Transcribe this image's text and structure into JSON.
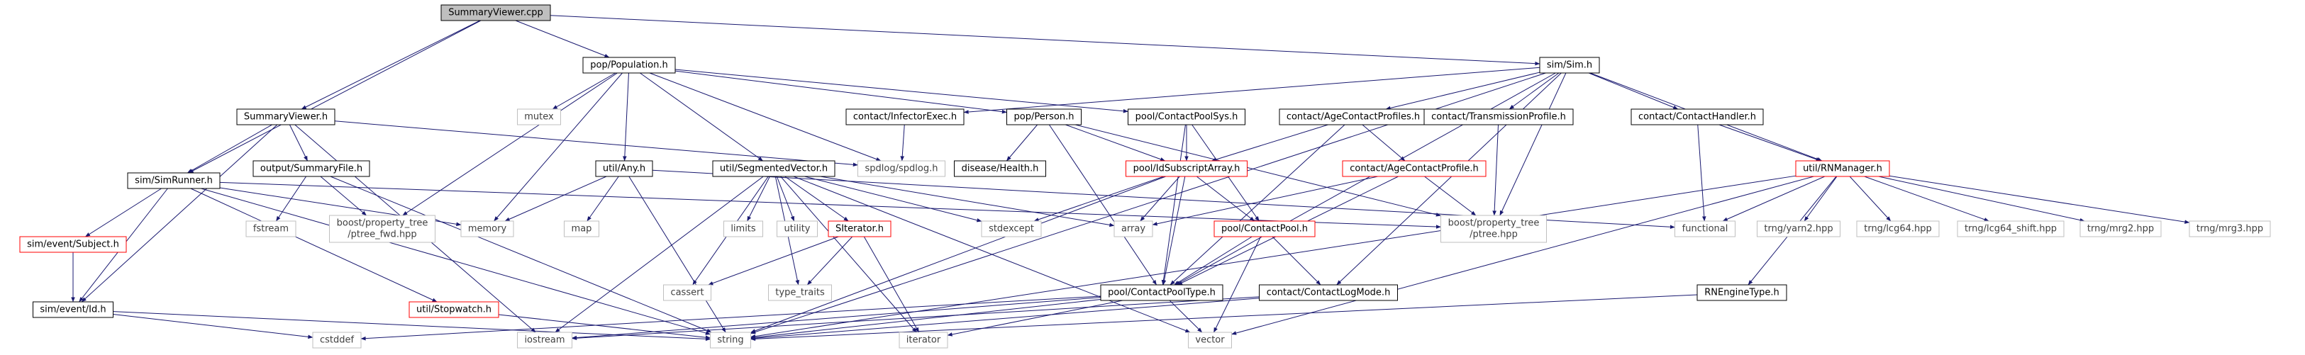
{
  "graph": {
    "colors": {
      "edge": "#191970",
      "node_border_black": "#000000",
      "node_border_red": "#ff0000",
      "node_border_gray": "#bfbfbf",
      "node_fill_root": "#bfbfbf",
      "node_fill": "#ffffff",
      "text_dark": "#000000",
      "text_gray": "#404040"
    },
    "nodes": [
      {
        "id": "root",
        "label": "SummaryViewer.cpp",
        "style": "root"
      },
      {
        "id": "pop_population",
        "label": "pop/Population.h",
        "style": "black"
      },
      {
        "id": "sim_sim",
        "label": "sim/Sim.h",
        "style": "black"
      },
      {
        "id": "summaryviewer_h",
        "label": "SummaryViewer.h",
        "style": "black"
      },
      {
        "id": "mutex",
        "label": "mutex",
        "style": "gray"
      },
      {
        "id": "infectorexec",
        "label": "contact/InfectorExec.h",
        "style": "black"
      },
      {
        "id": "pop_person",
        "label": "pop/Person.h",
        "style": "black"
      },
      {
        "id": "contactpoolsys",
        "label": "pool/ContactPoolSys.h",
        "style": "black"
      },
      {
        "id": "agecontactprofiles",
        "label": "contact/AgeContactProfiles.h",
        "style": "black"
      },
      {
        "id": "transmissionprofile",
        "label": "contact/TransmissionProfile.h",
        "style": "black"
      },
      {
        "id": "contacthandler",
        "label": "contact/ContactHandler.h",
        "style": "black"
      },
      {
        "id": "rnmanager",
        "label": "util/RNManager.h",
        "style": "red"
      },
      {
        "id": "sim_simrunner",
        "label": "sim/SimRunner.h",
        "style": "black"
      },
      {
        "id": "summaryfile",
        "label": "output/SummaryFile.h",
        "style": "black"
      },
      {
        "id": "util_any",
        "label": "util/Any.h",
        "style": "black"
      },
      {
        "id": "segmentedvector",
        "label": "util/SegmentedVector.h",
        "style": "black"
      },
      {
        "id": "spdlog",
        "label": "spdlog/spdlog.h",
        "style": "gray"
      },
      {
        "id": "health",
        "label": "disease/Health.h",
        "style": "black"
      },
      {
        "id": "idsubscriptarray",
        "label": "pool/IdSubscriptArray.h",
        "style": "red"
      },
      {
        "id": "agecontactprofile",
        "label": "contact/AgeContactProfile.h",
        "style": "red"
      },
      {
        "id": "functional",
        "label": "functional",
        "style": "gray"
      },
      {
        "id": "trng_yarn2",
        "label": "trng/yarn2.hpp",
        "style": "gray"
      },
      {
        "id": "trng_lcg64",
        "label": "trng/lcg64.hpp",
        "style": "gray"
      },
      {
        "id": "trng_lcg64_shift",
        "label": "trng/lcg64_shift.hpp",
        "style": "gray"
      },
      {
        "id": "trng_mrg2",
        "label": "trng/mrg2.hpp",
        "style": "gray"
      },
      {
        "id": "trng_mrg3",
        "label": "trng/mrg3.hpp",
        "style": "gray"
      },
      {
        "id": "fstream",
        "label": "fstream",
        "style": "gray"
      },
      {
        "id": "ptree_fwd",
        "label": [
          "boost/property_tree",
          "/ptree_fwd.hpp"
        ],
        "style": "gray"
      },
      {
        "id": "memory",
        "label": "memory",
        "style": "gray"
      },
      {
        "id": "map",
        "label": "map",
        "style": "gray"
      },
      {
        "id": "limits",
        "label": "limits",
        "style": "gray"
      },
      {
        "id": "utility",
        "label": "utility",
        "style": "gray"
      },
      {
        "id": "siterator",
        "label": "SIterator.h",
        "style": "red"
      },
      {
        "id": "stdexcept",
        "label": "stdexcept",
        "style": "gray"
      },
      {
        "id": "array",
        "label": "array",
        "style": "gray"
      },
      {
        "id": "contactpool",
        "label": "pool/ContactPool.h",
        "style": "red"
      },
      {
        "id": "ptree",
        "label": [
          "boost/property_tree",
          "/ptree.hpp"
        ],
        "style": "gray"
      },
      {
        "id": "event_subject",
        "label": "sim/event/Subject.h",
        "style": "red"
      },
      {
        "id": "cassert",
        "label": "cassert",
        "style": "gray"
      },
      {
        "id": "type_traits",
        "label": "type_traits",
        "style": "gray"
      },
      {
        "id": "contactpooltype",
        "label": "pool/ContactPoolType.h",
        "style": "black"
      },
      {
        "id": "contactlogmode",
        "label": "contact/ContactLogMode.h",
        "style": "black"
      },
      {
        "id": "rnenginetype",
        "label": "RNEngineType.h",
        "style": "black"
      },
      {
        "id": "event_id",
        "label": "sim/event/Id.h",
        "style": "black"
      },
      {
        "id": "stopwatch",
        "label": "util/Stopwatch.h",
        "style": "red"
      },
      {
        "id": "cstddef",
        "label": "cstddef",
        "style": "gray"
      },
      {
        "id": "iostream",
        "label": "iostream",
        "style": "gray"
      },
      {
        "id": "string",
        "label": "string",
        "style": "gray"
      },
      {
        "id": "iterator",
        "label": "iterator",
        "style": "gray"
      },
      {
        "id": "vector",
        "label": "vector",
        "style": "gray"
      }
    ],
    "edges": [
      [
        "root",
        "pop_population"
      ],
      [
        "root",
        "sim_sim"
      ],
      [
        "root",
        "summaryviewer_h"
      ],
      [
        "root",
        "sim_simrunner"
      ],
      [
        "pop_population",
        "mutex"
      ],
      [
        "pop_population",
        "pop_person"
      ],
      [
        "pop_population",
        "contactpoolsys"
      ],
      [
        "pop_population",
        "memory"
      ],
      [
        "pop_population",
        "util_any"
      ],
      [
        "pop_population",
        "segmentedvector"
      ],
      [
        "pop_population",
        "spdlog"
      ],
      [
        "pop_population",
        "ptree_fwd"
      ],
      [
        "sim_sim",
        "infectorexec"
      ],
      [
        "sim_sim",
        "agecontactprofiles"
      ],
      [
        "sim_sim",
        "transmissionprofile"
      ],
      [
        "sim_sim",
        "contacthandler"
      ],
      [
        "sim_sim",
        "rnmanager"
      ],
      [
        "sim_sim",
        "ptree"
      ],
      [
        "sim_sim",
        "string"
      ],
      [
        "sim_sim",
        "contactlogmode"
      ],
      [
        "sim_sim",
        "contactpooltype"
      ],
      [
        "summaryviewer_h",
        "sim_simrunner"
      ],
      [
        "summaryviewer_h",
        "summaryfile"
      ],
      [
        "summaryviewer_h",
        "spdlog"
      ],
      [
        "summaryviewer_h",
        "event_id"
      ],
      [
        "summaryviewer_h",
        "iostream"
      ],
      [
        "infectorexec",
        "spdlog"
      ],
      [
        "pop_person",
        "health"
      ],
      [
        "pop_person",
        "idsubscriptarray"
      ],
      [
        "pop_person",
        "contactpooltype"
      ],
      [
        "pop_person",
        "ptree"
      ],
      [
        "contactpoolsys",
        "idsubscriptarray"
      ],
      [
        "contactpoolsys",
        "contactpool"
      ],
      [
        "contactpoolsys",
        "contactpooltype"
      ],
      [
        "agecontactprofiles",
        "agecontactprofile"
      ],
      [
        "agecontactprofiles",
        "idsubscriptarray"
      ],
      [
        "agecontactprofiles",
        "contactpooltype"
      ],
      [
        "transmissionprofile",
        "ptree"
      ],
      [
        "contacthandler",
        "rnmanager"
      ],
      [
        "contacthandler",
        "functional"
      ],
      [
        "rnmanager",
        "functional"
      ],
      [
        "rnmanager",
        "trng_yarn2"
      ],
      [
        "rnmanager",
        "trng_lcg64"
      ],
      [
        "rnmanager",
        "trng_lcg64_shift"
      ],
      [
        "rnmanager",
        "trng_mrg2"
      ],
      [
        "rnmanager",
        "trng_mrg3"
      ],
      [
        "rnmanager",
        "rnenginetype"
      ],
      [
        "rnmanager",
        "string"
      ],
      [
        "rnmanager",
        "vector"
      ],
      [
        "sim_simrunner",
        "event_subject"
      ],
      [
        "sim_simrunner",
        "event_id"
      ],
      [
        "sim_simrunner",
        "stopwatch"
      ],
      [
        "sim_simrunner",
        "memory"
      ],
      [
        "sim_simrunner",
        "string"
      ],
      [
        "sim_simrunner",
        "ptree"
      ],
      [
        "summaryfile",
        "fstream"
      ],
      [
        "summaryfile",
        "ptree_fwd"
      ],
      [
        "summaryfile",
        "string"
      ],
      [
        "util_any",
        "memory"
      ],
      [
        "util_any",
        "map"
      ],
      [
        "util_any",
        "string"
      ],
      [
        "util_any",
        "functional"
      ],
      [
        "segmentedvector",
        "limits"
      ],
      [
        "segmentedvector",
        "utility"
      ],
      [
        "segmentedvector",
        "siterator"
      ],
      [
        "segmentedvector",
        "stdexcept"
      ],
      [
        "segmentedvector",
        "cassert"
      ],
      [
        "segmentedvector",
        "type_traits"
      ],
      [
        "segmentedvector",
        "iterator"
      ],
      [
        "segmentedvector",
        "vector"
      ],
      [
        "segmentedvector",
        "array"
      ],
      [
        "segmentedvector",
        "iostream"
      ],
      [
        "idsubscriptarray",
        "stdexcept"
      ],
      [
        "idsubscriptarray",
        "array"
      ],
      [
        "idsubscriptarray",
        "contactpool"
      ],
      [
        "idsubscriptarray",
        "contactpooltype"
      ],
      [
        "idsubscriptarray",
        "string"
      ],
      [
        "agecontactprofile",
        "ptree"
      ],
      [
        "agecontactprofile",
        "array"
      ],
      [
        "agecontactprofile",
        "contactpooltype"
      ],
      [
        "siterator",
        "cassert"
      ],
      [
        "siterator",
        "type_traits"
      ],
      [
        "siterator",
        "iterator"
      ],
      [
        "contactpool",
        "contactpooltype"
      ],
      [
        "contactpool",
        "contactlogmode"
      ],
      [
        "contactpool",
        "vector"
      ],
      [
        "event_subject",
        "event_id"
      ],
      [
        "contactpooltype",
        "cstddef"
      ],
      [
        "contactpooltype",
        "iostream"
      ],
      [
        "contactpooltype",
        "string"
      ],
      [
        "contactpooltype",
        "iterator"
      ],
      [
        "contactpooltype",
        "vector"
      ],
      [
        "contactlogmode",
        "iostream"
      ],
      [
        "contactlogmode",
        "string"
      ],
      [
        "rnenginetype",
        "string"
      ],
      [
        "event_id",
        "cstddef"
      ],
      [
        "event_id",
        "string"
      ],
      [
        "stopwatch",
        "string"
      ]
    ]
  }
}
